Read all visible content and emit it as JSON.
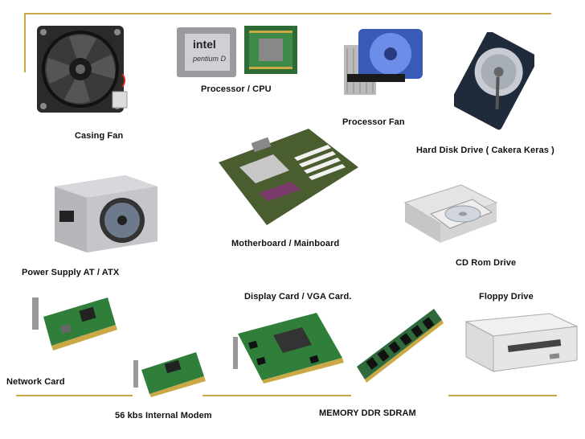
{
  "slide": {
    "accent_color": "#c8a84a",
    "components": [
      {
        "id": "casing-fan",
        "label": "Casing Fan"
      },
      {
        "id": "processor-cpu",
        "label": "Processor / CPU"
      },
      {
        "id": "processor-fan",
        "label": "Processor Fan"
      },
      {
        "id": "hard-disk",
        "label": "Hard Disk Drive ( Cakera Keras )"
      },
      {
        "id": "power-supply",
        "label": "Power Supply  AT / ATX"
      },
      {
        "id": "motherboard",
        "label": "Motherboard / Mainboard"
      },
      {
        "id": "cd-rom",
        "label": "CD Rom Drive"
      },
      {
        "id": "display-card",
        "label": "Display Card / VGA Card."
      },
      {
        "id": "floppy-drive",
        "label": "Floppy Drive"
      },
      {
        "id": "network-card",
        "label": "Network Card"
      },
      {
        "id": "modem",
        "label": "56 kbs Internal Modem"
      },
      {
        "id": "memory",
        "label": "MEMORY DDR SDRAM"
      }
    ],
    "cpu_chip_text": {
      "brand": "intel",
      "model": "pentium D"
    }
  }
}
